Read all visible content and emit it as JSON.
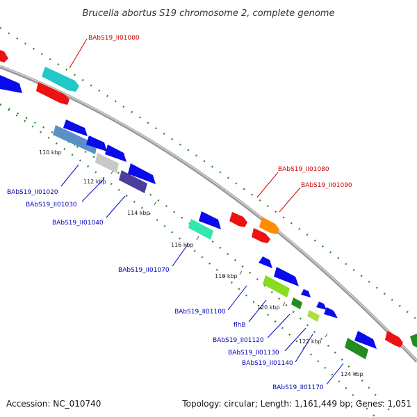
{
  "title": "Brucella abortus S19 chromosome 2, complete genome",
  "footer": {
    "accession": "Accession: NC_010740",
    "summary": "Topology: circular; Length: 1,161,449 bp; Genes: 1,051"
  },
  "colors": {
    "backbone": "#9a9a9a",
    "dotted_ring": "#2e8b2e",
    "label_forward": "#cc0000",
    "label_reverse": "#0000bb"
  },
  "ticks": [
    "110 kbp",
    "112 kbp",
    "114 kbp",
    "116 kbp",
    "118 kbp",
    "120 kbp",
    "122 kbp",
    "124 kbp"
  ],
  "gene_labels": [
    {
      "text": "BAbS19_II01000",
      "strand": "forward"
    },
    {
      "text": "BAbS19_II01020",
      "strand": "reverse"
    },
    {
      "text": "BAbS19_II01030",
      "strand": "reverse"
    },
    {
      "text": "BAbS19_II01040",
      "strand": "reverse"
    },
    {
      "text": "BAbS19_II01070",
      "strand": "reverse"
    },
    {
      "text": "BAbS19_II01080",
      "strand": "forward"
    },
    {
      "text": "BAbS19_II01090",
      "strand": "forward"
    },
    {
      "text": "BAbS19_II01100",
      "strand": "reverse"
    },
    {
      "text": "flhB",
      "strand": "reverse"
    },
    {
      "text": "BAbS19_II01120",
      "strand": "reverse"
    },
    {
      "text": "BAbS19_II01130",
      "strand": "reverse"
    },
    {
      "text": "BAbS19_II01140",
      "strand": "reverse"
    },
    {
      "text": "BAbS19_II01170",
      "strand": "reverse"
    }
  ]
}
